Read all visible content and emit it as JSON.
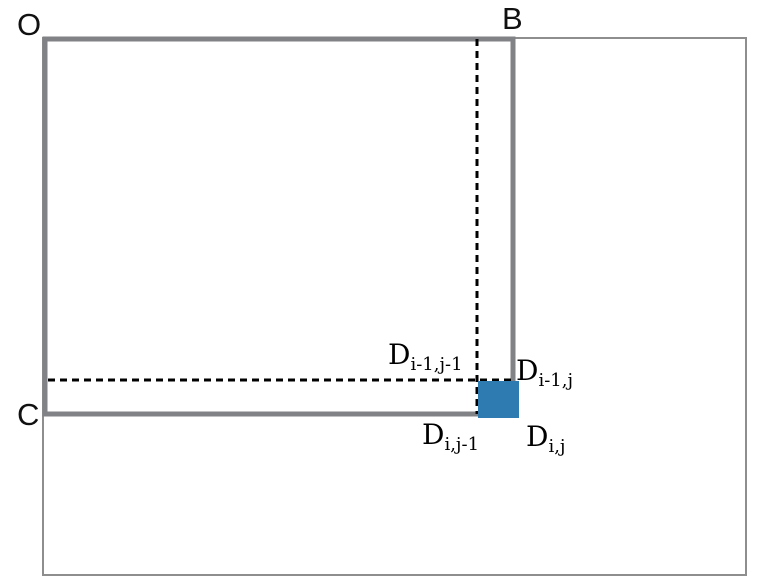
{
  "labels": {
    "corner_o": "O",
    "corner_b": "B",
    "corner_c": "C",
    "d_prefix": "D",
    "d_i_minus1_j_minus1_sub": "i-1,j-1",
    "d_i_minus1_j_sub": "i-1,j",
    "d_i_j_minus1_sub": "i,j-1",
    "d_i_j_sub": "i,j"
  },
  "colors": {
    "outer_border": "#8e8e8e",
    "inner_border": "#808285",
    "dashed_line": "#000000",
    "cell_fill": "#2e7bb2"
  }
}
